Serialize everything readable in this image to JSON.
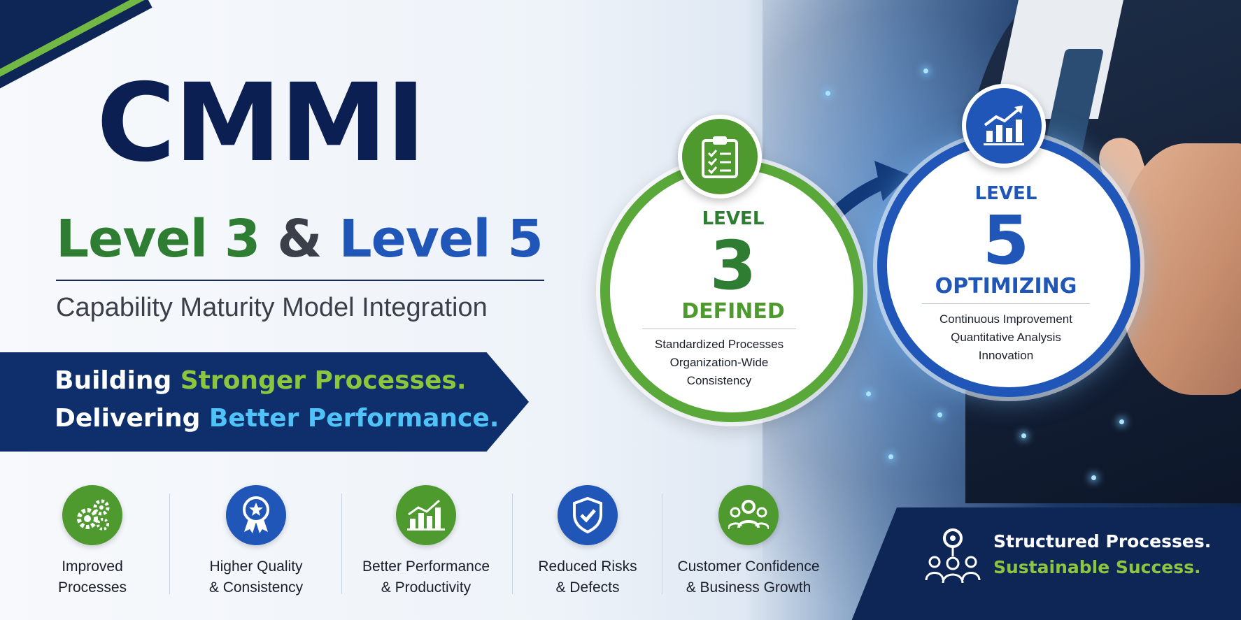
{
  "headline": {
    "title": "CMMI",
    "level_a": "Level 3",
    "amp": "&",
    "level_b": "Level 5",
    "subtitle": "Capability Maturity Model Integration"
  },
  "banner": {
    "line1_plain": "Building ",
    "line1_highlight": "Stronger Processes.",
    "line2_plain": "Delivering ",
    "line2_highlight": "Better Performance."
  },
  "levels": [
    {
      "label": "LEVEL",
      "number": "3",
      "name": "DEFINED",
      "icon": "clipboard-checklist-icon",
      "color": "#4e9a2f",
      "description": [
        "Standardized Processes",
        "Organization-Wide",
        "Consistency"
      ]
    },
    {
      "label": "LEVEL",
      "number": "5",
      "name": "OPTIMIZING",
      "icon": "growth-chart-icon",
      "color": "#1f56b8",
      "description": [
        "Continuous Improvement",
        "Quantitative Analysis",
        "Innovation"
      ]
    }
  ],
  "benefits": [
    {
      "icon": "gears-icon",
      "color": "#4e9a2f",
      "lines": [
        "Improved",
        "Processes"
      ]
    },
    {
      "icon": "award-ribbon-icon",
      "color": "#1f56b8",
      "lines": [
        "Higher Quality",
        "& Consistency"
      ]
    },
    {
      "icon": "bar-chart-icon",
      "color": "#4e9a2f",
      "lines": [
        "Better Performance",
        "& Productivity"
      ]
    },
    {
      "icon": "shield-check-icon",
      "color": "#1f56b8",
      "lines": [
        "Reduced Risks",
        "& Defects"
      ]
    },
    {
      "icon": "team-icon",
      "color": "#4e9a2f",
      "lines": [
        "Customer Confidence",
        "& Business Growth"
      ]
    }
  ],
  "corner": {
    "icon": "network-people-icon",
    "line1": "Structured Processes.",
    "line2": "Sustainable Success."
  },
  "colors": {
    "navy": "#0c1f52",
    "green": "#4e9a2f",
    "blue": "#1f56b8",
    "accent_green": "#8cc63f",
    "accent_cyan": "#4fc3f7"
  }
}
